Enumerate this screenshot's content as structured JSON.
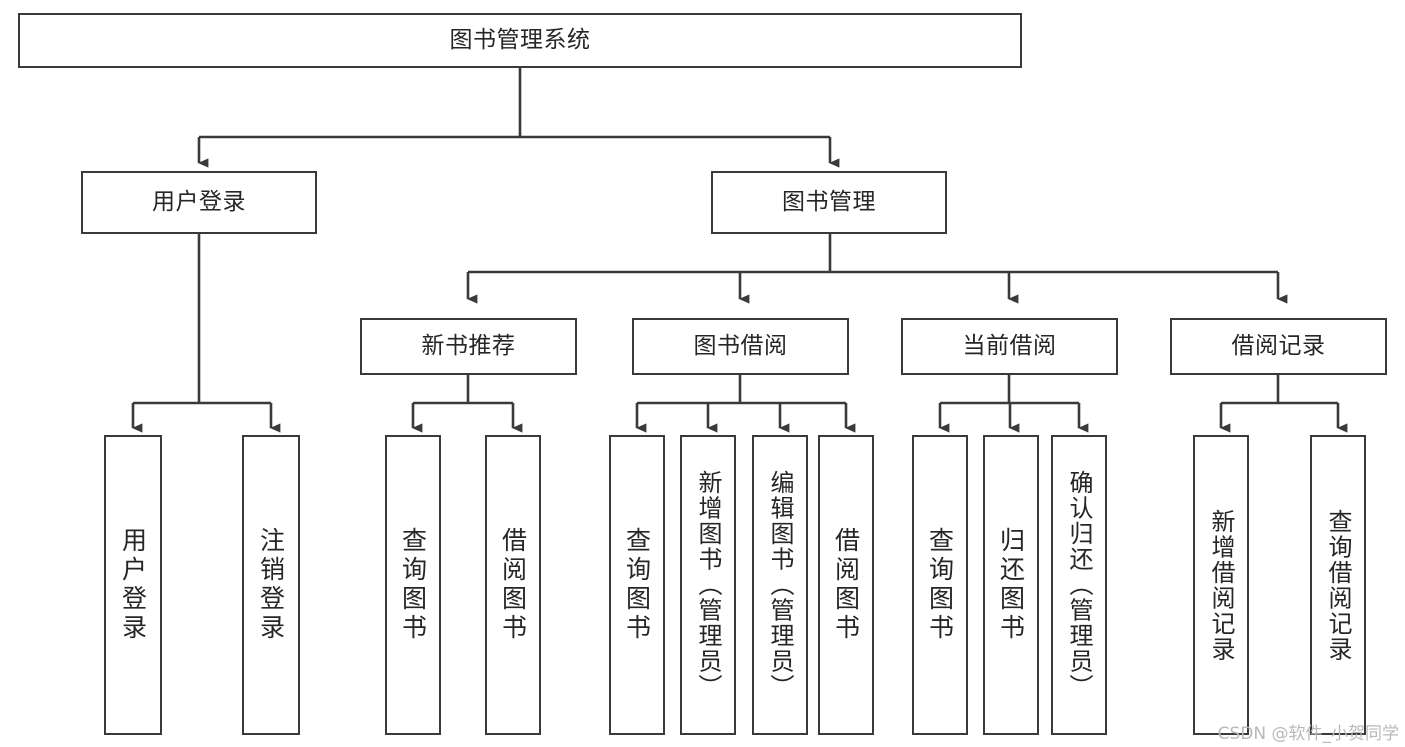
{
  "diagram": {
    "title": "图书管理系统",
    "type": "tree-hierarchy",
    "watermark": "CSDN @软件_小贺同学",
    "colors": {
      "stroke": "#3a3a3a",
      "fill": "#ffffff",
      "text": "#262626",
      "watermark": "#b9b9b9"
    },
    "levels": {
      "root": {
        "label": "图书管理系统"
      },
      "level2": [
        {
          "label": "用户登录"
        },
        {
          "label": "图书管理"
        }
      ],
      "level3": [
        {
          "label": "新书推荐"
        },
        {
          "label": "图书借阅"
        },
        {
          "label": "当前借阅"
        },
        {
          "label": "借阅记录"
        }
      ],
      "leaves": {
        "user_login": [
          {
            "label": "用户登录"
          },
          {
            "label": "注销登录"
          }
        ],
        "new_book_recommend": [
          {
            "label": "查询图书"
          },
          {
            "label": "借阅图书"
          }
        ],
        "book_borrow": [
          {
            "label": "查询图书"
          },
          {
            "label": "新增图书（管理员）"
          },
          {
            "label": "编辑图书（管理员）"
          },
          {
            "label": "借阅图书"
          }
        ],
        "current_borrow": [
          {
            "label": "查询图书"
          },
          {
            "label": "归还图书"
          },
          {
            "label": "确认归还（管理员）"
          }
        ],
        "borrow_records": [
          {
            "label": "新增借阅记录"
          },
          {
            "label": "查询借阅记录"
          }
        ]
      }
    }
  }
}
